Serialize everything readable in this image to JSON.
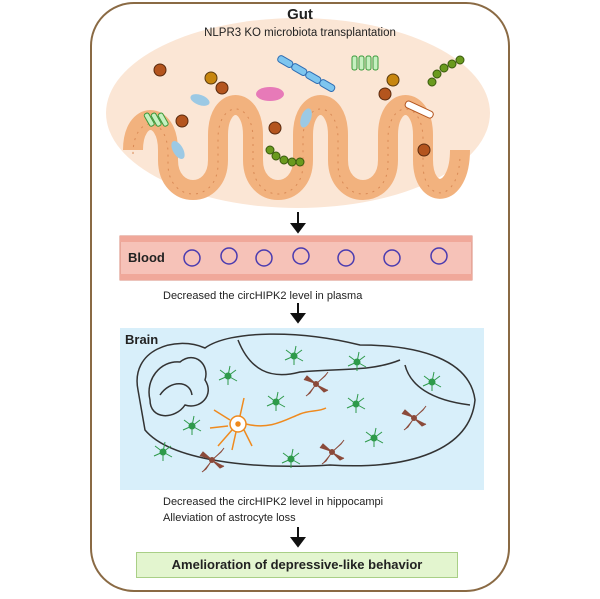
{
  "gut": {
    "title": "Gut",
    "subtitle": "NLPR3 KO microbiota transplantation"
  },
  "blood": {
    "label": "Blood",
    "caption": "Decreased the circHIPK2 level in plasma"
  },
  "brain": {
    "label": "Brain",
    "caption_1": "Decreased the circHIPK2 level in hippocampi",
    "caption_2": "Alleviation of astrocyte loss"
  },
  "outcome": {
    "label": "Amelioration of depressive-like behavior"
  },
  "colors": {
    "frame": "#8a6a44",
    "gut_background": "#fbe6d5",
    "intestinal_wall": "#f2b27e",
    "blood_vessel": "#f6c2b8",
    "blood_cell_ring": "#4a3bb0",
    "brain_background": "#d8effa",
    "astrocyte": "#2e9a4a",
    "microglia": "#8b4a3a",
    "neuron": "#ef8a1e",
    "outcome_box": "#e3f5cf"
  },
  "arrow_icon": "down-arrow-icon"
}
